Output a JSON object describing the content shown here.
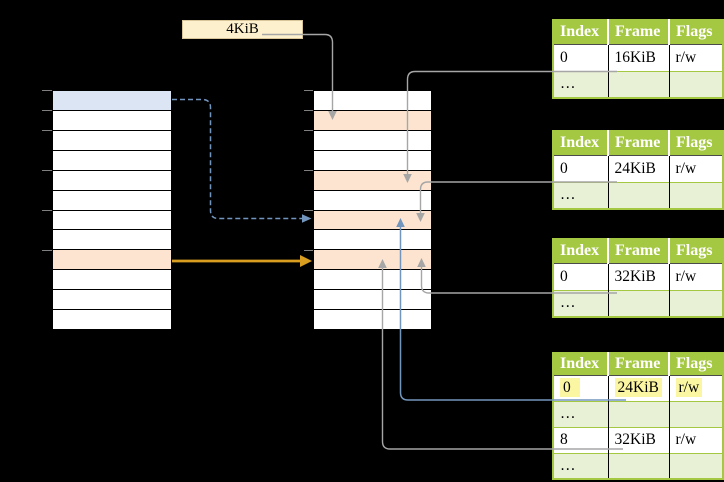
{
  "page_size_label": "4KiB",
  "tables": [
    {
      "name": "page-table-16kib",
      "headers": [
        "Index",
        "Frame",
        "Flags"
      ],
      "rows": [
        {
          "cells": [
            "0",
            "16KiB",
            "r/w"
          ]
        },
        {
          "cells": [
            "…",
            "",
            ""
          ]
        }
      ]
    },
    {
      "name": "page-table-24kib",
      "headers": [
        "Index",
        "Frame",
        "Flags"
      ],
      "rows": [
        {
          "cells": [
            "0",
            "24KiB",
            "r/w"
          ]
        },
        {
          "cells": [
            "…",
            "",
            ""
          ]
        }
      ]
    },
    {
      "name": "page-table-32kib",
      "headers": [
        "Index",
        "Frame",
        "Flags"
      ],
      "rows": [
        {
          "cells": [
            "0",
            "32KiB",
            "r/w"
          ]
        },
        {
          "cells": [
            "…",
            "",
            ""
          ]
        }
      ]
    },
    {
      "name": "page-table-level2",
      "headers": [
        "Index",
        "Frame",
        "Flags"
      ],
      "rows": [
        {
          "cells": [
            "0",
            "24KiB",
            "r/w"
          ],
          "highlighted": true
        },
        {
          "cells": [
            "…",
            "",
            ""
          ]
        },
        {
          "cells": [
            "8",
            "32KiB",
            "r/w"
          ]
        },
        {
          "cells": [
            "…",
            "",
            ""
          ]
        }
      ]
    }
  ],
  "colors": {
    "table-header-green": "#a5c843",
    "table-border-green": "#a5c843",
    "table-row-light-green": "#e8f0d5",
    "memory-cell-blue": "#dbe5f4",
    "memory-cell-orange": "#fce4d0",
    "label-cream": "#fdf0cd",
    "highlight-yellow": "#fbf6a1",
    "arrow-gray": "#a6a6a6",
    "arrow-blue": "#7295bd",
    "arrow-orange": "#d99e20",
    "tick-gray": "#808080"
  }
}
